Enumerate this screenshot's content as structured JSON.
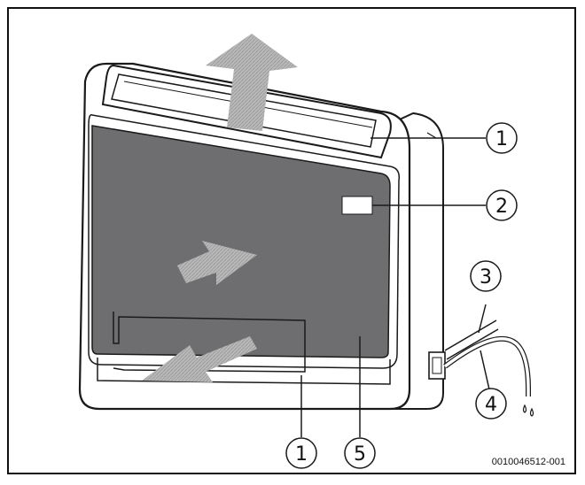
{
  "diagram": {
    "callouts": {
      "top_outlet": "1",
      "control_panel": "2",
      "condensate_pipe": "3",
      "drain_hose": "4",
      "front_panel": "5",
      "bottom_outlet": "1"
    },
    "figure_id": "0010046512-001"
  },
  "colors": {
    "panel": "#6e6e70",
    "arrow": "#a9a9a9",
    "outline": "#1a1a1a"
  }
}
